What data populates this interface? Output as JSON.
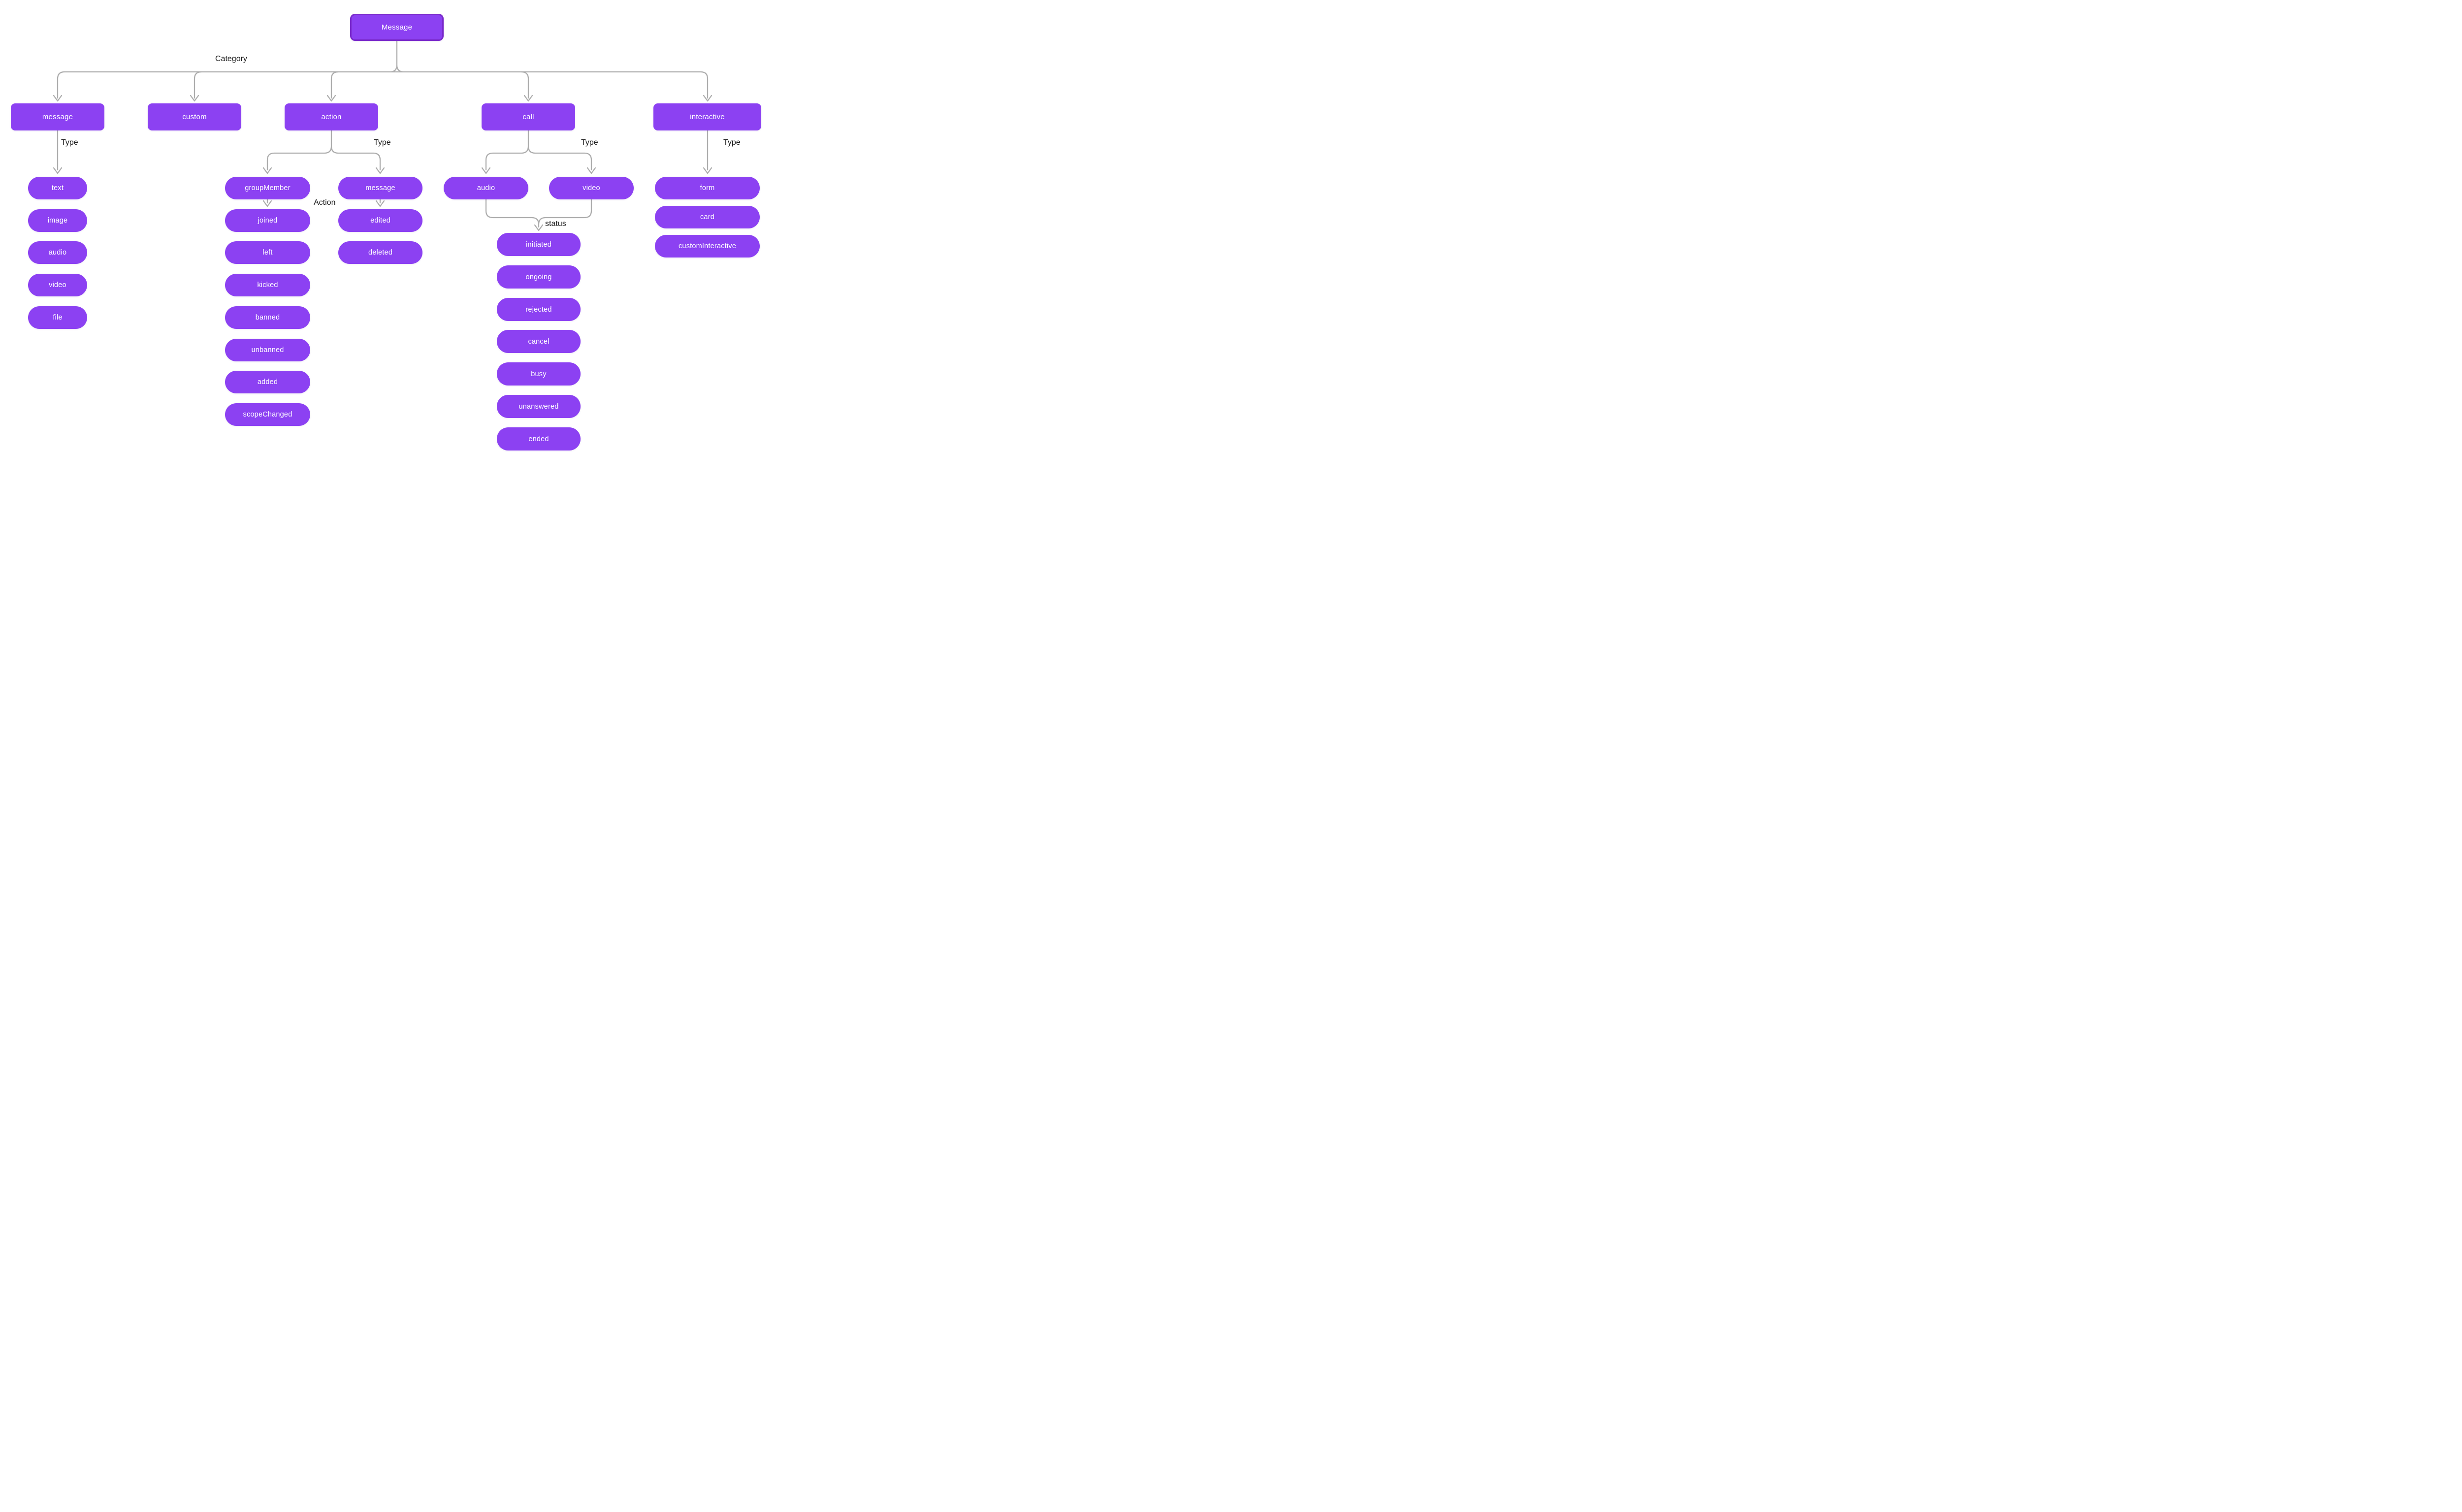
{
  "title": "Message type hierarchy diagram",
  "colors": {
    "node_fill": "#8C41F2",
    "root_border": "#7A2BCB",
    "node_text": "#FFFFFF",
    "connector": "#ADADAD",
    "label_text": "#1C1C1C",
    "background": "#FFFFFF"
  },
  "nodes": {
    "root": "Message",
    "message": "message",
    "custom": "custom",
    "action": "action",
    "call": "call",
    "interactive": "interactive",
    "text": "text",
    "image": "image",
    "audio": "audio",
    "video": "video",
    "file": "file",
    "groupMember": "groupMember",
    "joined": "joined",
    "left": "left",
    "kicked": "kicked",
    "banned": "banned",
    "unbanned": "unbanned",
    "added": "added",
    "scopeChanged": "scopeChanged",
    "actionMessage": "message",
    "edited": "edited",
    "deleted": "deleted",
    "callAudio": "audio",
    "callVideo": "video",
    "initiated": "initiated",
    "ongoing": "ongoing",
    "rejected": "rejected",
    "cancel": "cancel",
    "busy": "busy",
    "unanswered": "unanswered",
    "ended": "ended",
    "form": "form",
    "card": "card",
    "customInteractive": "customInteractive"
  },
  "labels": {
    "category": "Category",
    "typeMessage": "Type",
    "typeAction": "Type",
    "typeCall": "Type",
    "typeInteractive": "Type",
    "action": "Action",
    "status": "status"
  },
  "hierarchy": {
    "Message": {
      "edge": "Category",
      "children": [
        "message",
        "custom",
        "action",
        "call",
        "interactive"
      ]
    },
    "message": {
      "edge": "Type",
      "children": [
        "text",
        "image",
        "audio",
        "video",
        "file"
      ]
    },
    "action": {
      "edge": "Type",
      "children": [
        "groupMember",
        "message"
      ]
    },
    "action/groupMember": {
      "edge": "Action",
      "children": [
        "joined",
        "left",
        "kicked",
        "banned",
        "unbanned",
        "added",
        "scopeChanged"
      ]
    },
    "action/message": {
      "edge": "",
      "children": [
        "edited",
        "deleted"
      ]
    },
    "call": {
      "edge": "Type",
      "children": [
        "audio",
        "video"
      ]
    },
    "call/audio+video": {
      "edge": "status",
      "children": [
        "initiated",
        "ongoing",
        "rejected",
        "cancel",
        "busy",
        "unanswered",
        "ended"
      ]
    },
    "interactive": {
      "edge": "Type",
      "children": [
        "form",
        "card",
        "customInteractive"
      ]
    }
  }
}
